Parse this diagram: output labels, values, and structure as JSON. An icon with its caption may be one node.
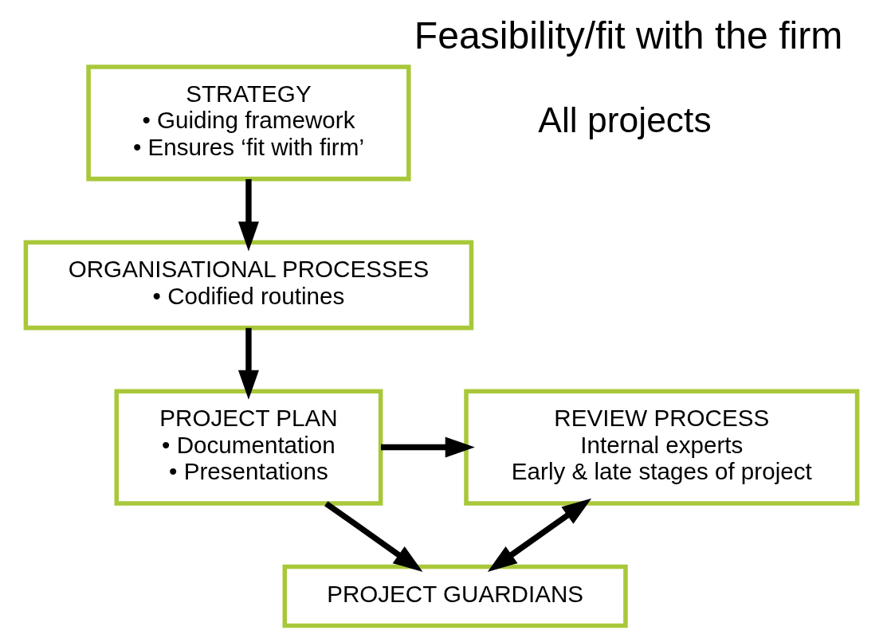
{
  "diagram": {
    "title": "Feasibility/fit with the firm",
    "nodes": [
      {
        "text": [
          "STRATEGY",
          "• Guiding framework",
          "• Ensures ‘fit with firm’"
        ]
      },
      {
        "text": [
          "ORGANISATIONAL PROCESSES",
          "• Codified routines"
        ]
      },
      {
        "text": [
          "PROJECT PLAN",
          "• Documentation",
          "• Presentations"
        ]
      },
      {
        "text": [
          "REVIEW PROCESS",
          "Internal experts",
          "Early & late stages of project"
        ]
      },
      {
        "text": [
          "PROJECT GUARDIANS"
        ]
      }
    ],
    "edges": [
      {
        "from": 0,
        "to": 1,
        "arrow": "to"
      },
      {
        "from": 1,
        "to": 2,
        "arrow": "to"
      },
      {
        "from": 2,
        "to": 3,
        "arrow": "to"
      },
      {
        "from": 2,
        "to": 4,
        "arrow": "to"
      },
      {
        "from": 3,
        "to": 4,
        "arrow": "both"
      }
    ],
    "labels": [
      "All projects"
    ]
  }
}
